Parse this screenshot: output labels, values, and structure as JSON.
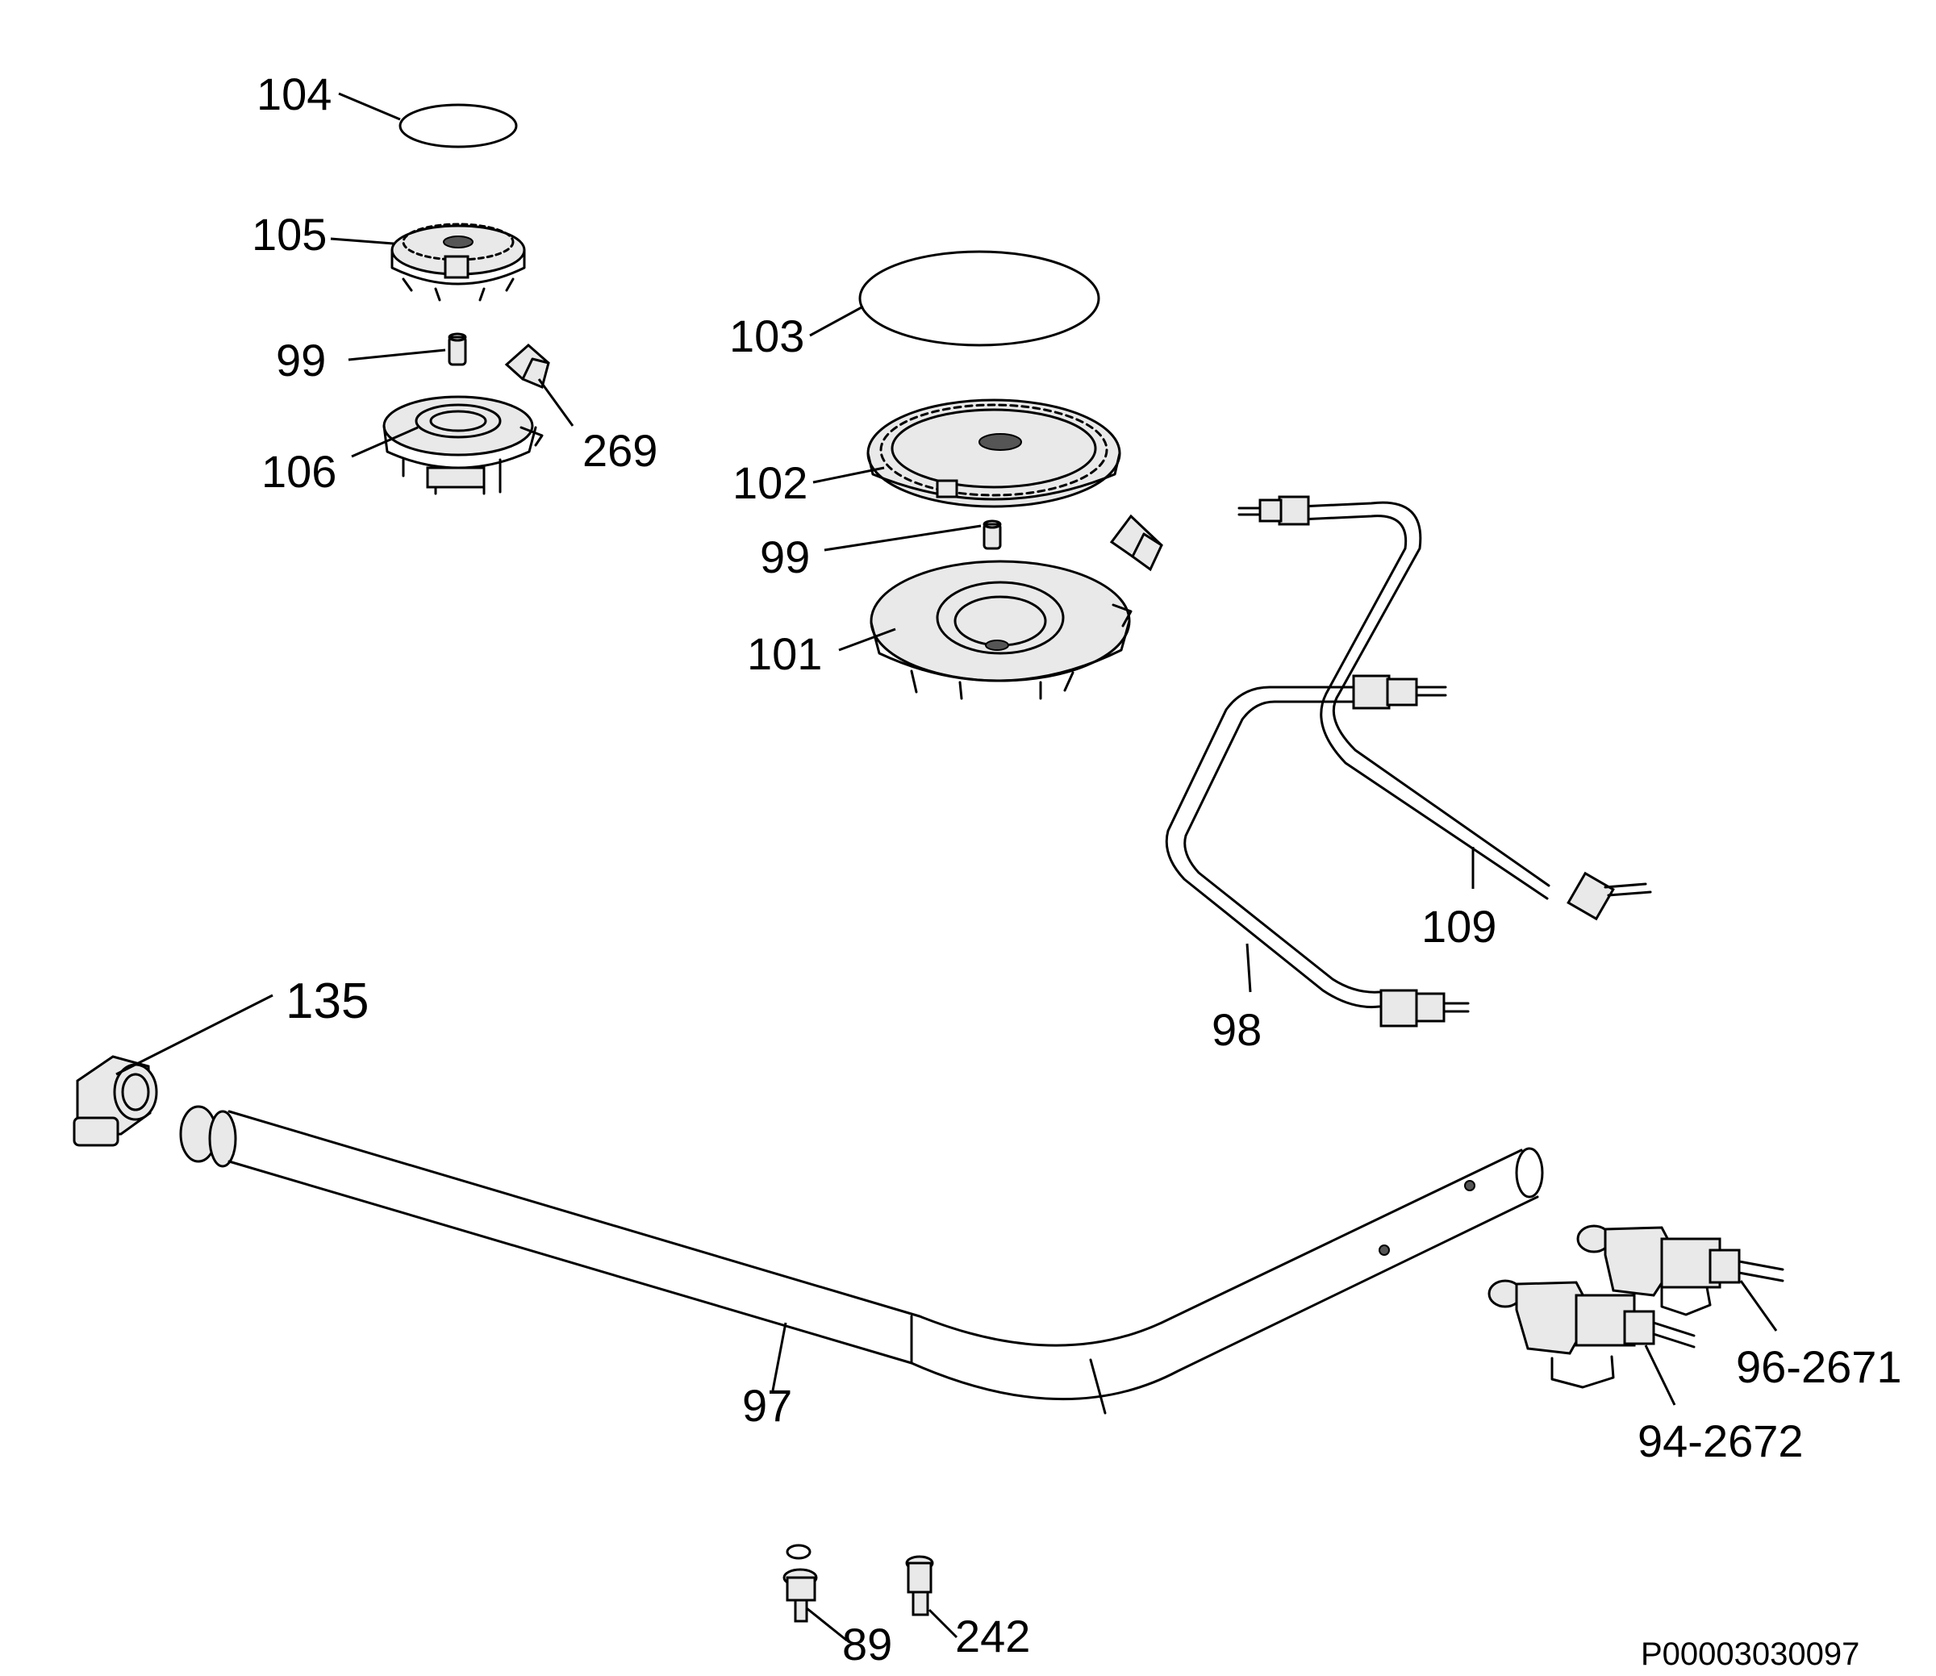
{
  "labels": {
    "l104": "104",
    "l105": "105",
    "l99a": "99",
    "l106": "106",
    "l269": "269",
    "l103": "103",
    "l102": "102",
    "l99b": "99",
    "l101": "101",
    "l109": "109",
    "l98": "98",
    "l135": "135",
    "l97": "97",
    "l96": "96-2671",
    "l94": "94-2672",
    "l89": "89",
    "l242": "242"
  },
  "reference_code": "P00003030097"
}
